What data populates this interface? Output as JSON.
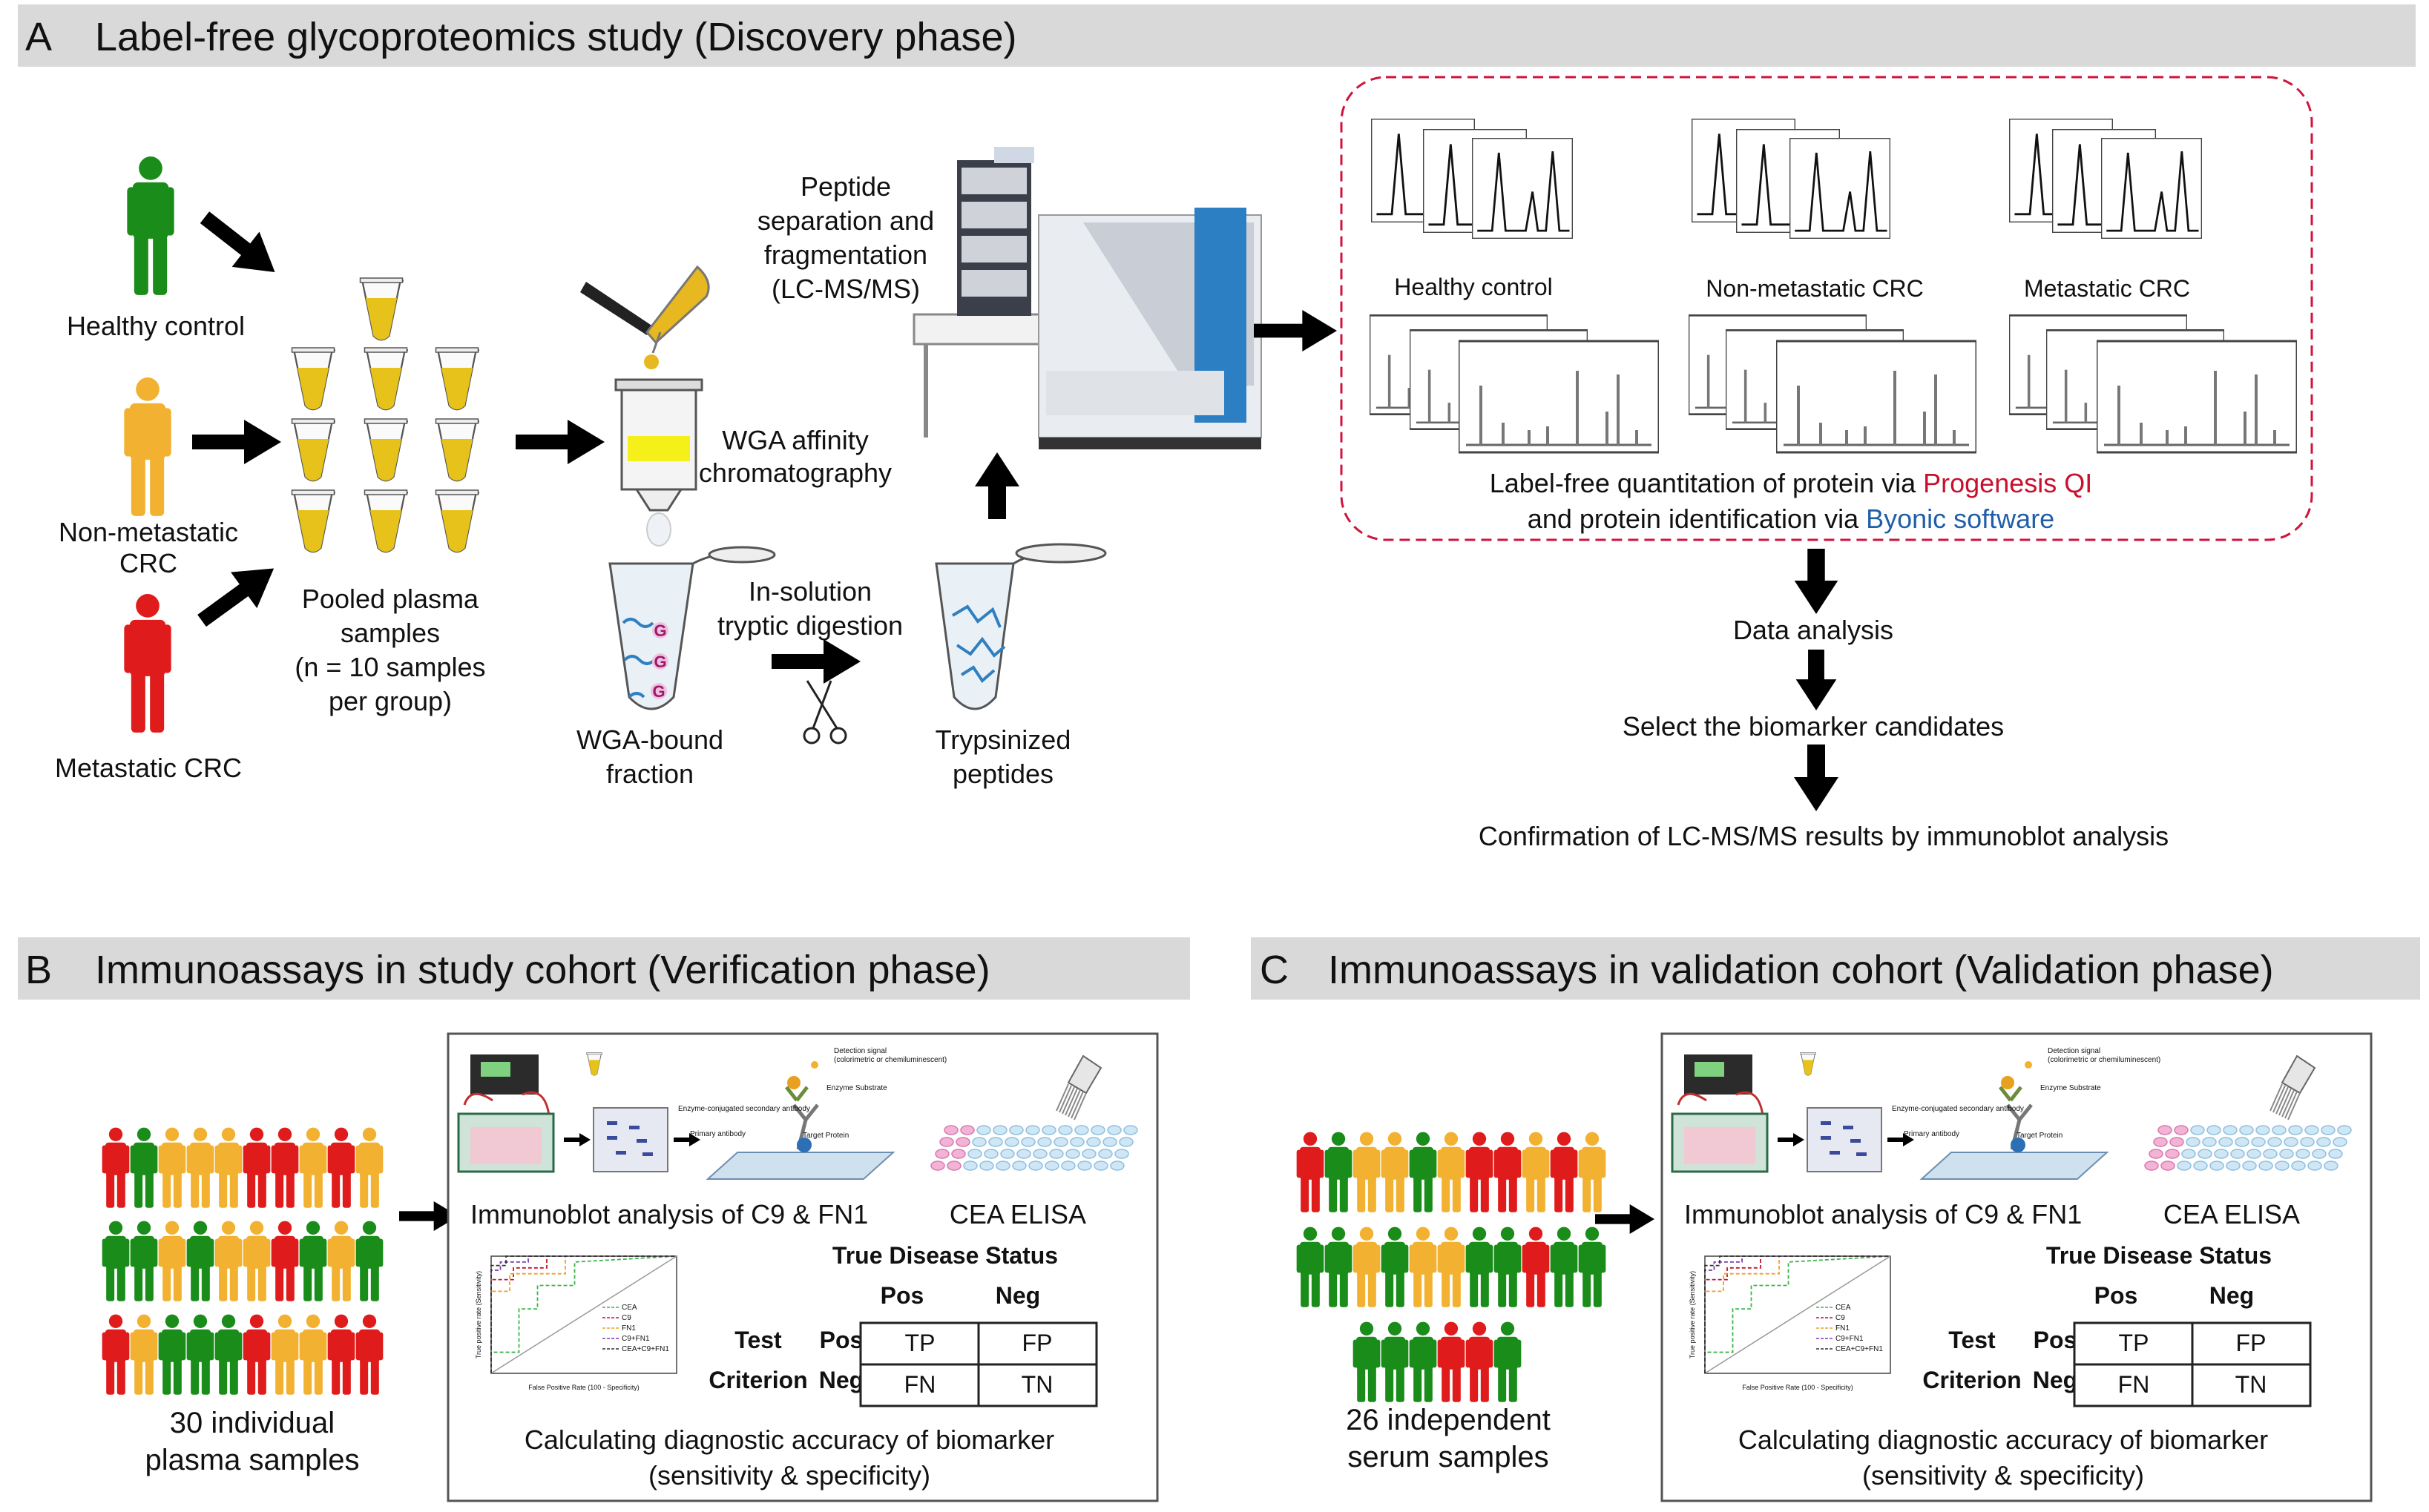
{
  "colors": {
    "header_bg": "#d9d9d9",
    "healthy": "#1a8c1a",
    "nonmetastatic": "#f2b130",
    "metastatic": "#e01b1b",
    "plasma": "#e6c21a",
    "red_dash": "#d0143c",
    "progenesis": "#c8102e",
    "byonic": "#1f5fa8",
    "frame": "#555555"
  },
  "panel_a": {
    "letter": "A",
    "title": "Label-free glycoproteomics study (Discovery phase)",
    "groups": {
      "healthy": "Healthy control",
      "nonmet_line1": "Non-metastatic",
      "nonmet_line2": "CRC",
      "met": "Metastatic CRC"
    },
    "pooled": [
      "Pooled plasma",
      "samples",
      "(n = 10 samples",
      "per group)"
    ],
    "wga_affinity": [
      "WGA affinity",
      "chromatography"
    ],
    "wga_bound": [
      "WGA-bound",
      "fraction"
    ],
    "glycan_mark": "G",
    "digestion": [
      "In-solution",
      "tryptic digestion"
    ],
    "trypsinized": [
      "Trypsinized",
      "peptides"
    ],
    "peptide_sep": [
      "Peptide",
      "separation and",
      "fragmentation",
      "(LC-MS/MS)"
    ],
    "spectra_groups": [
      "Healthy control",
      "Non-metastatic CRC",
      "Metastatic CRC"
    ],
    "quant_line1_prefix": "Label-free quantitation of protein via ",
    "quant_line1_software": "Progenesis QI",
    "quant_line2_prefix": "and protein identification via ",
    "quant_line2_software": "Byonic software",
    "steps": [
      "Data analysis",
      "Select the biomarker candidates",
      "Confirmation of LC-MS/MS results by immunoblot analysis"
    ]
  },
  "panel_b": {
    "letter": "B",
    "title": "Immunoassays in study cohort (Verification phase)",
    "samples": [
      "30 individual",
      "plasma samples"
    ]
  },
  "panel_c": {
    "letter": "C",
    "title": "Immunoassays in validation cohort (Validation phase)",
    "samples": [
      "26 independent",
      "serum samples"
    ]
  },
  "assay_box": {
    "immunoblot": "Immunoblot analysis of C9 & FN1",
    "elisa": "CEA ELISA",
    "true_status": "True Disease Status",
    "pos": "Pos",
    "neg": "Neg",
    "test": "Test",
    "criterion": "Criterion",
    "cells": [
      "TP",
      "FP",
      "FN",
      "TN"
    ],
    "calc": [
      "Calculating diagnostic accuracy of biomarker",
      "(sensitivity & specificity)"
    ],
    "blot_small_labels": [
      "Detection signal",
      "(colorimetric or chemiluminescent)",
      "Enzyme Substrate",
      "Enzyme-conjugated secondary antibody",
      "Primary antibody",
      "Target Protein"
    ],
    "roc_legend": [
      "CEA",
      "C9",
      "FN1",
      "C9+FN1",
      "CEA+C9+FN1"
    ],
    "roc_ylabel": "True positive rate (Sensitivity)",
    "roc_xlabel": "False Positive Rate (100 - Specificity)"
  }
}
